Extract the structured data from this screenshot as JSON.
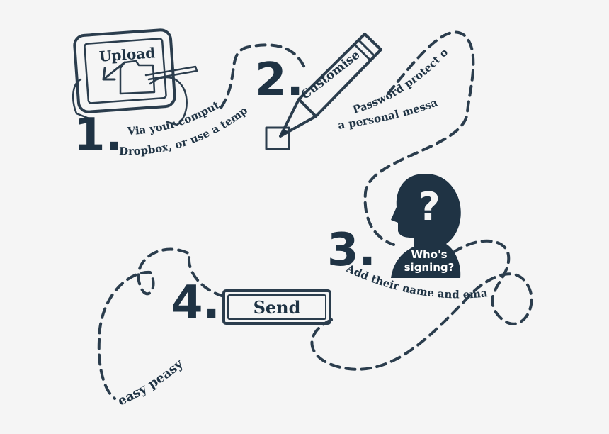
{
  "steps": [
    {
      "number": "1.",
      "title": "Upload",
      "caption_line1": "Via your computer",
      "caption_line2": "Dropbox, or use a template"
    },
    {
      "number": "2.",
      "title": "Customise",
      "caption_line1": "Password protect or send",
      "caption_line2": "a personal message"
    },
    {
      "number": "3.",
      "badge_line1": "Who's",
      "badge_line2": "signing?",
      "caption": "Add their name and email"
    },
    {
      "number": "4.",
      "button_label": "Send",
      "caption": "easy peasy"
    }
  ],
  "colors": {
    "ink": "#1f3344",
    "background": "#f5f5f5"
  },
  "icons": [
    "tablet-icon",
    "pencil-icon",
    "person-silhouette-icon",
    "question-mark-icon"
  ]
}
